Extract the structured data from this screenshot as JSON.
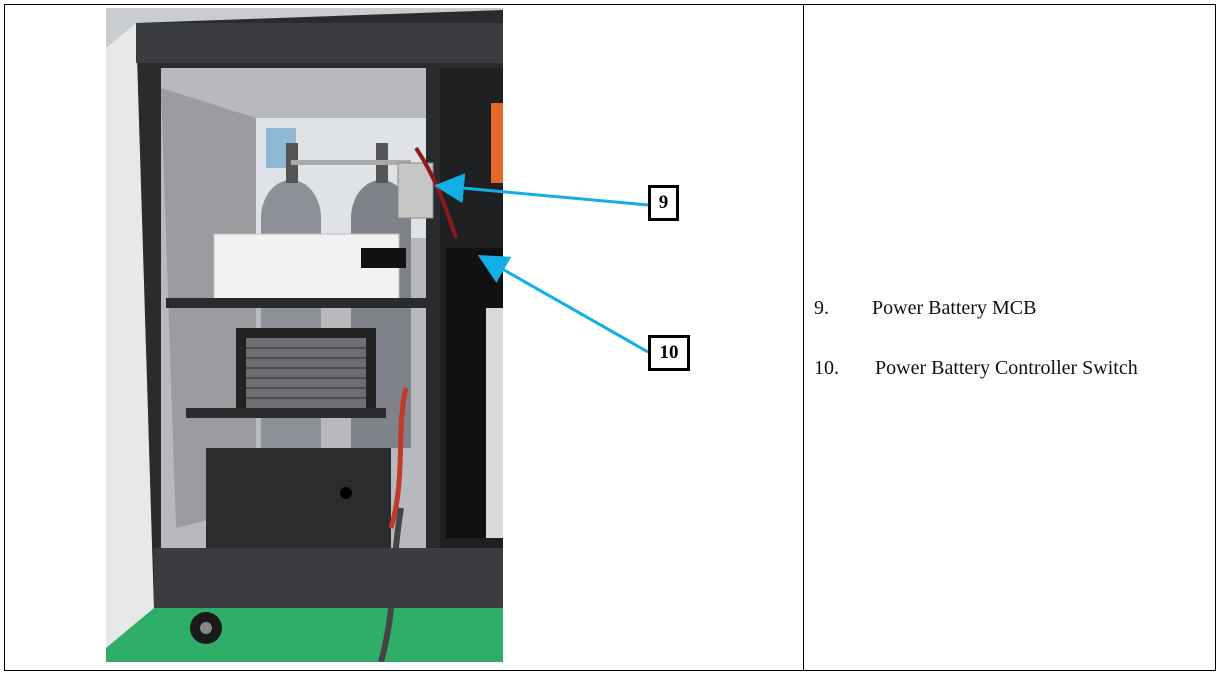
{
  "legend": {
    "items": [
      {
        "number": "9.",
        "label": "Power Battery MCB"
      },
      {
        "number": "10.",
        "label": "Power Battery Controller Switch"
      }
    ]
  },
  "callouts": [
    {
      "id": "9",
      "text": "9"
    },
    {
      "id": "10",
      "text": "10"
    }
  ],
  "colors": {
    "arrow": "#12aee6",
    "cabinet": "#2a2b2d",
    "floor": "#2fae6a",
    "panel": "#e4e4e4"
  }
}
